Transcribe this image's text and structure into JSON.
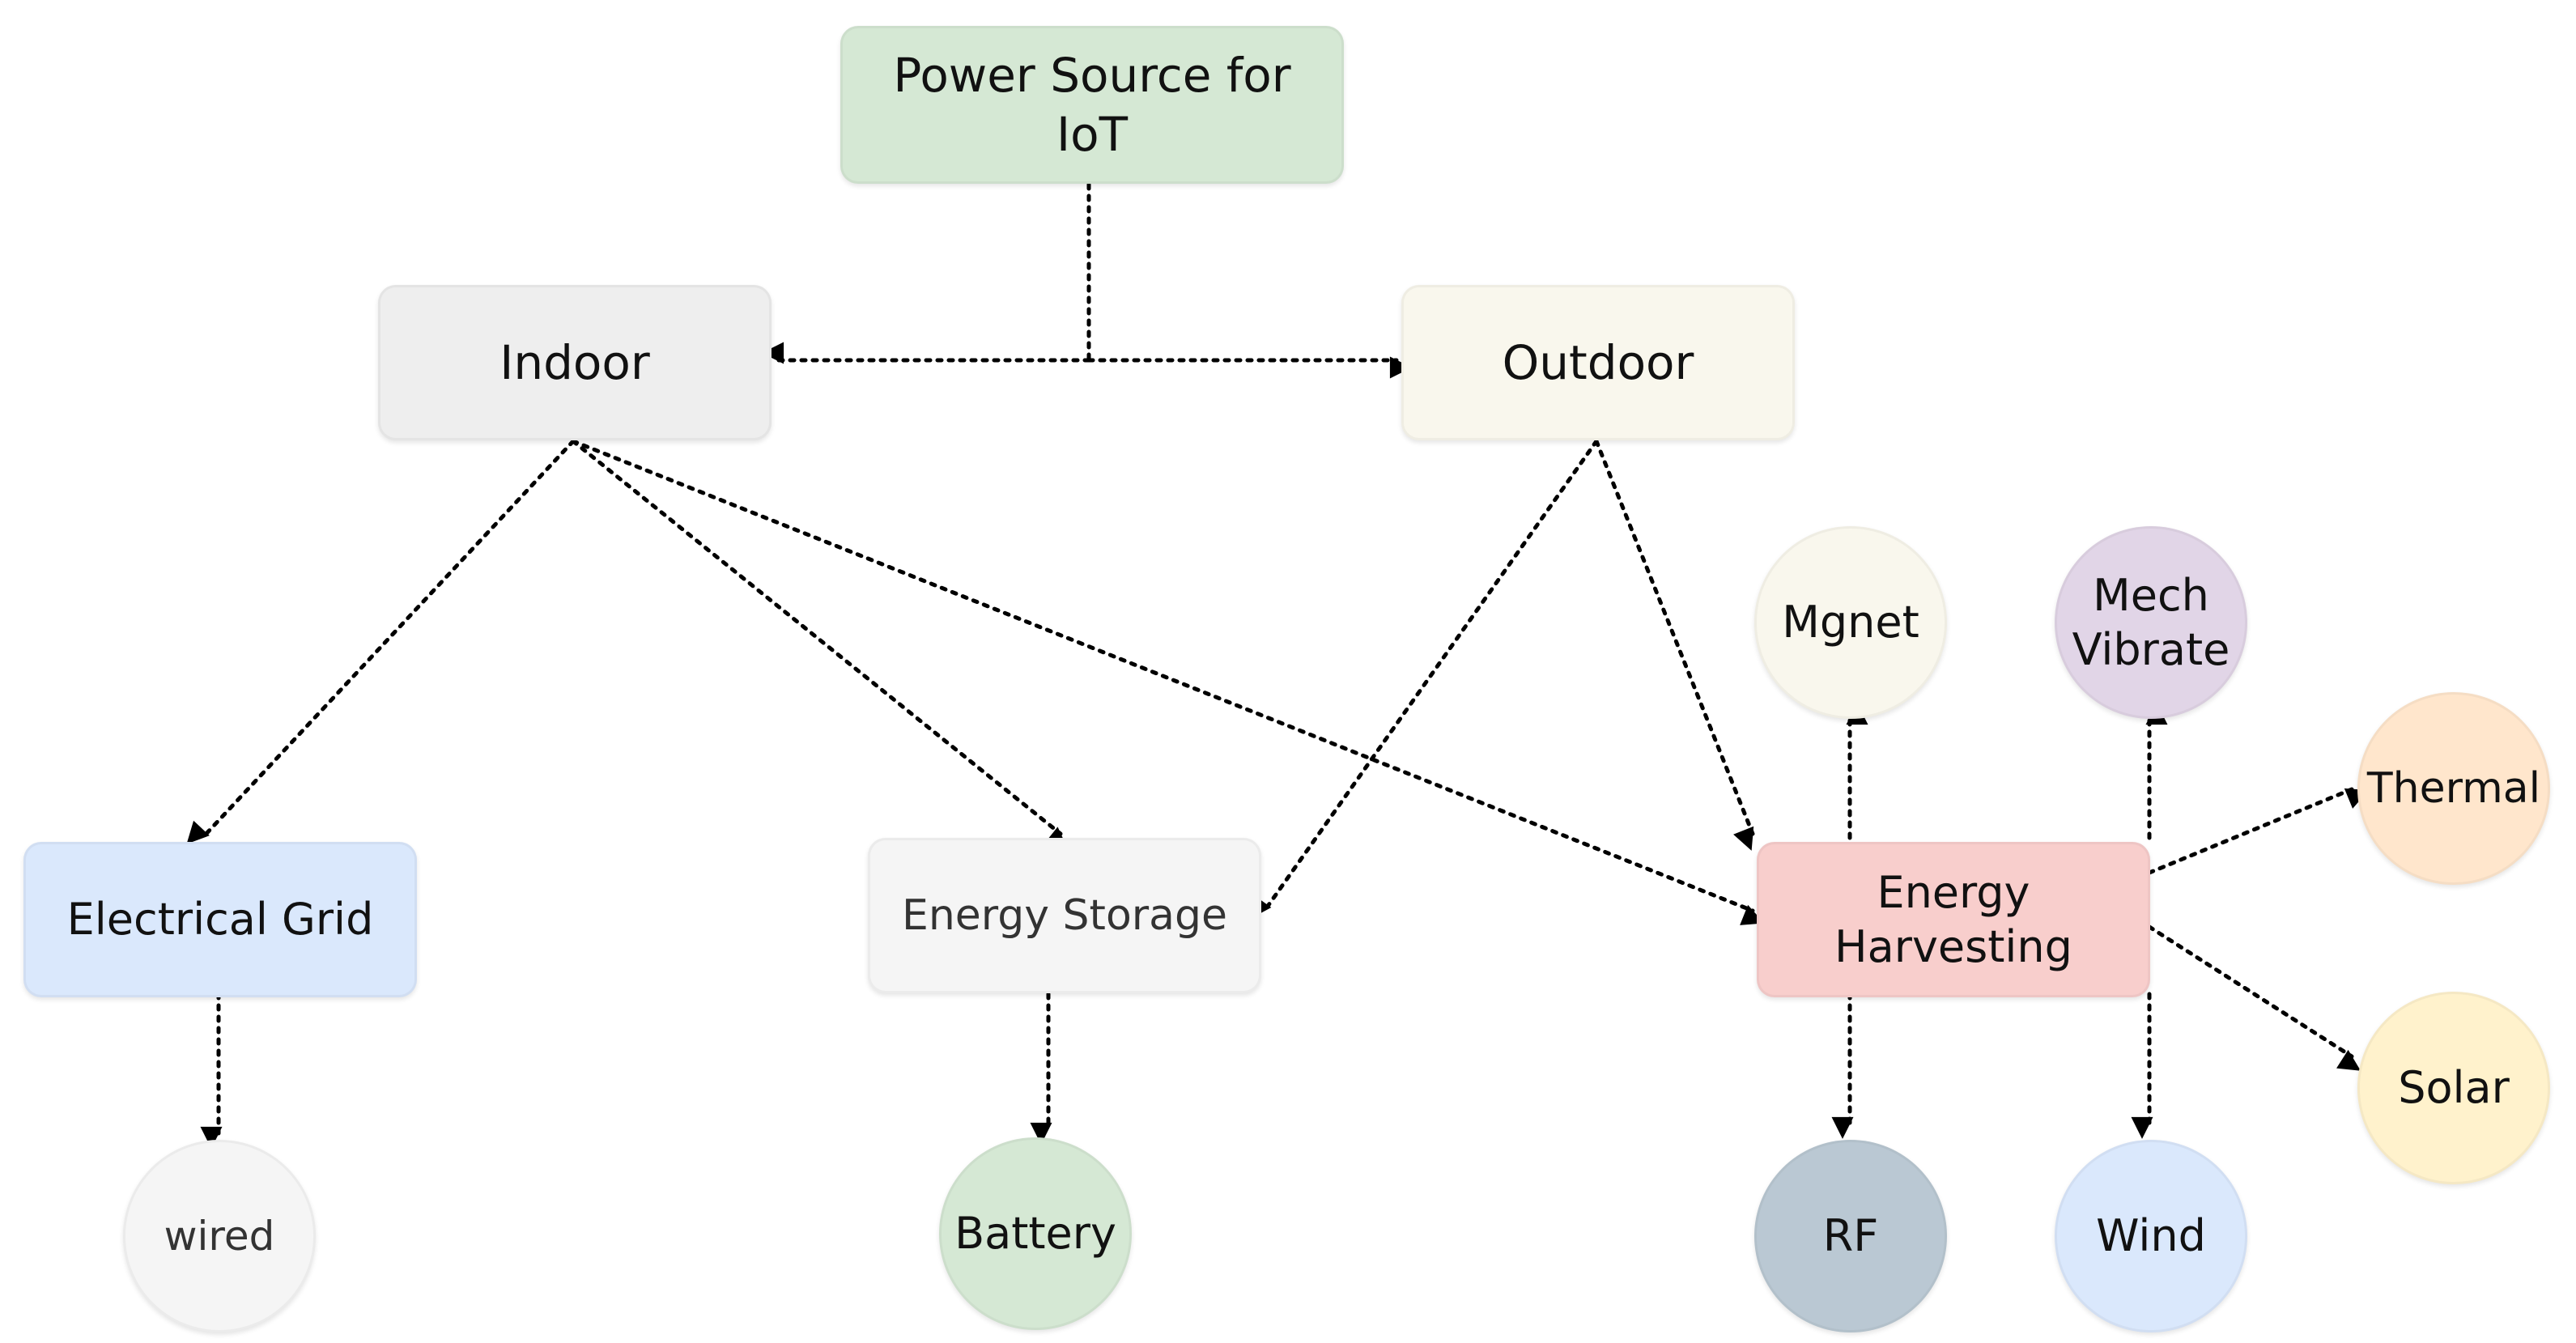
{
  "nodes": {
    "power_source": {
      "label": "Power Source for\nIoT",
      "color": "#d5e8d4"
    },
    "indoor": {
      "label": "Indoor",
      "color": "#eeeeee"
    },
    "outdoor": {
      "label": "Outdoor",
      "color": "#f9f7ed"
    },
    "electrical_grid": {
      "label": "Electrical Grid",
      "color": "#dae8fc"
    },
    "energy_storage": {
      "label": "Energy Storage",
      "color": "#f5f5f5"
    },
    "energy_harvesting": {
      "label": "Energy\nHarvesting",
      "color": "#f8cecc"
    },
    "wired": {
      "label": "wired",
      "color": "#f5f5f5"
    },
    "battery": {
      "label": "Battery",
      "color": "#d5e8d4"
    },
    "mgnet": {
      "label": "Mgnet",
      "color": "#f9f7ed"
    },
    "mech_vibrate": {
      "label": "Mech\nVibrate",
      "color": "#e1d5e7"
    },
    "thermal": {
      "label": "Thermal",
      "color": "#ffe6cc"
    },
    "solar": {
      "label": "Solar",
      "color": "#fff2cc"
    },
    "rf": {
      "label": "RF",
      "color": "#bac8d3"
    },
    "wind": {
      "label": "Wind",
      "color": "#dae8fc"
    }
  }
}
